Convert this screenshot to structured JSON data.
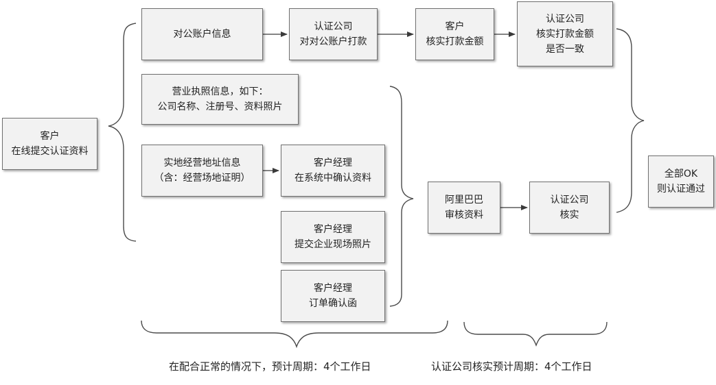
{
  "boxes": {
    "customer_submit": [
      "客户",
      "在线提交认证资料"
    ],
    "bank_info": [
      "对公账户信息"
    ],
    "cert_transfer": [
      "认证公司",
      "对对公账户打款"
    ],
    "customer_verify": [
      "客户",
      "核实打款金额"
    ],
    "cert_check": [
      "认证公司",
      "核实打款金额",
      "是否一致"
    ],
    "license_info": [
      "营业执照信息，如下：",
      "公司名称、注册号、资料照片"
    ],
    "address_info": [
      "实地经营地址信息",
      "（含：经营场地证明）"
    ],
    "manager_confirm": [
      "客户经理",
      "在系统中确认资料"
    ],
    "manager_photo": [
      "客户经理",
      "提交企业现场照片"
    ],
    "manager_letter": [
      "客户经理",
      "订单确认函"
    ],
    "alibaba_review": [
      "阿里巴巴",
      "审核资料"
    ],
    "cert_verify": [
      "认证公司",
      "核实"
    ],
    "all_ok": [
      "全部OK",
      "则认证通过"
    ]
  },
  "notes": {
    "normal_period": "在配合正常的情况下，预计周期：4个工作日",
    "cert_period": "认证公司核实预计周期：4个工作日"
  }
}
